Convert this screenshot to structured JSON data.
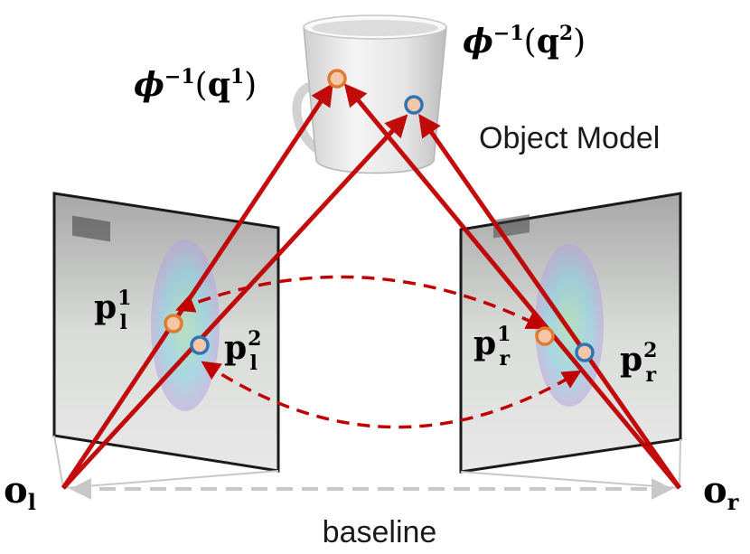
{
  "labels": {
    "phi_q1": {
      "phi": "ϕ",
      "sup": "−1",
      "open": "(",
      "q": "q",
      "qsup": "1",
      "close": ")"
    },
    "phi_q2": {
      "phi": "ϕ",
      "sup": "−1",
      "open": "(",
      "q": "q",
      "qsup": "2",
      "close": ")"
    },
    "object_model": "Object Model",
    "p_l1": {
      "p": "p",
      "sub": "l",
      "sup": "1"
    },
    "p_l2": {
      "p": "p",
      "sub": "l",
      "sup": "2"
    },
    "p_r1": {
      "p": "p",
      "sub": "r",
      "sup": "1"
    },
    "p_r2": {
      "p": "p",
      "sub": "r",
      "sup": "2"
    },
    "o_l": {
      "o": "o",
      "sub": "l"
    },
    "o_r": {
      "o": "o",
      "sub": "r"
    },
    "baseline": "baseline"
  },
  "colors": {
    "ray": "#c00000",
    "point1": "#e07a2e",
    "point2": "#2f74b5",
    "point_fill": "#f6c6a8",
    "baseline": "#c8c8c8",
    "image_plane": "#b8b8b8"
  }
}
